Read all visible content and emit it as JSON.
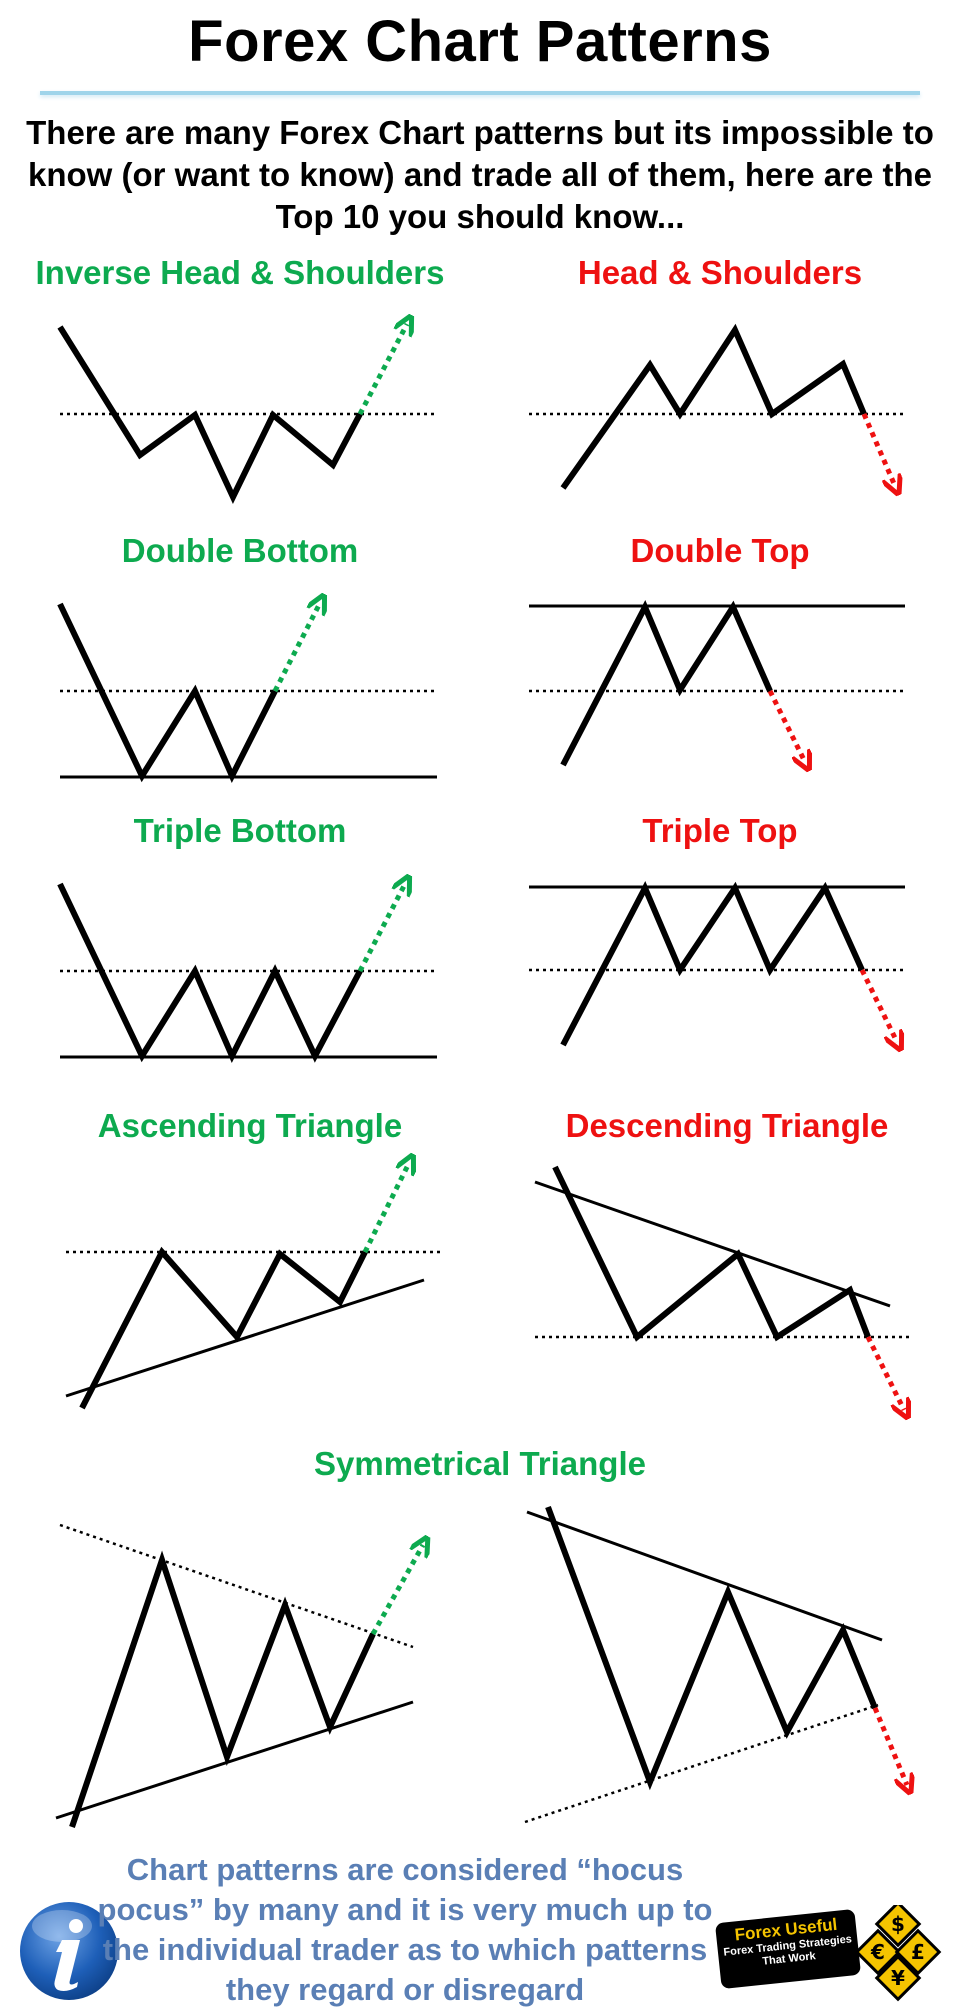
{
  "title": "Forex Chart Patterns",
  "intro": "There are many Forex Chart patterns but its impossible to know (or want to know) and trade all of them, here are the Top 10 you should know...",
  "patterns": {
    "inverse_head_shoulders": "Inverse Head & Shoulders",
    "head_shoulders": "Head & Shoulders",
    "double_bottom": "Double Bottom",
    "double_top": "Double Top",
    "triple_bottom": "Triple Bottom",
    "triple_top": "Triple Top",
    "ascending_triangle": "Ascending Triangle",
    "descending_triangle": "Descending Triangle",
    "symmetrical_triangle": "Symmetrical Triangle"
  },
  "footer": "Chart patterns are considered “hocus pocus” by many and it is very much up to the individual trader as to which patterns they regard or disregard",
  "badge": {
    "brand": "Forex Useful",
    "tagline": "Forex Trading Strategies That Work"
  },
  "currency_symbols": [
    "$",
    "€",
    "£",
    "¥"
  ],
  "icons": [
    "info-icon",
    "currency-coins-icon"
  ],
  "colors": {
    "bullish": "#0daa4f",
    "bearish": "#ee1111",
    "footer_text": "#5a7fb5",
    "lines": "#000000"
  }
}
